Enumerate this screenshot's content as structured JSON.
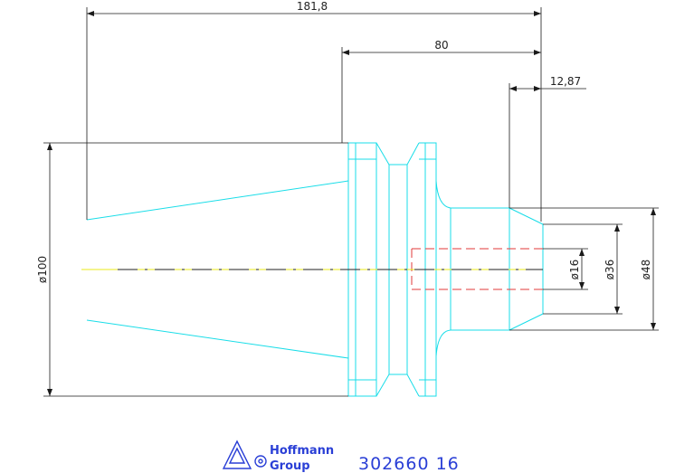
{
  "dimensions": {
    "overall_length": "181,8",
    "shank_length": "80",
    "nose_length": "12,87",
    "flange_diameter": "ø100",
    "bore_diameter": "ø16",
    "nose_diameter": "ø36",
    "shank_diameter": "ø48"
  },
  "branding": {
    "logo_line1": "Hoffmann",
    "logo_line2": "Group",
    "part_number": "302660 16"
  },
  "colors": {
    "outline": "#19dde8",
    "centerline": "#e8e81a",
    "bore_hidden": "#e23a3a",
    "dimension": "#1a1a1a",
    "brand": "#2a3fd6"
  }
}
